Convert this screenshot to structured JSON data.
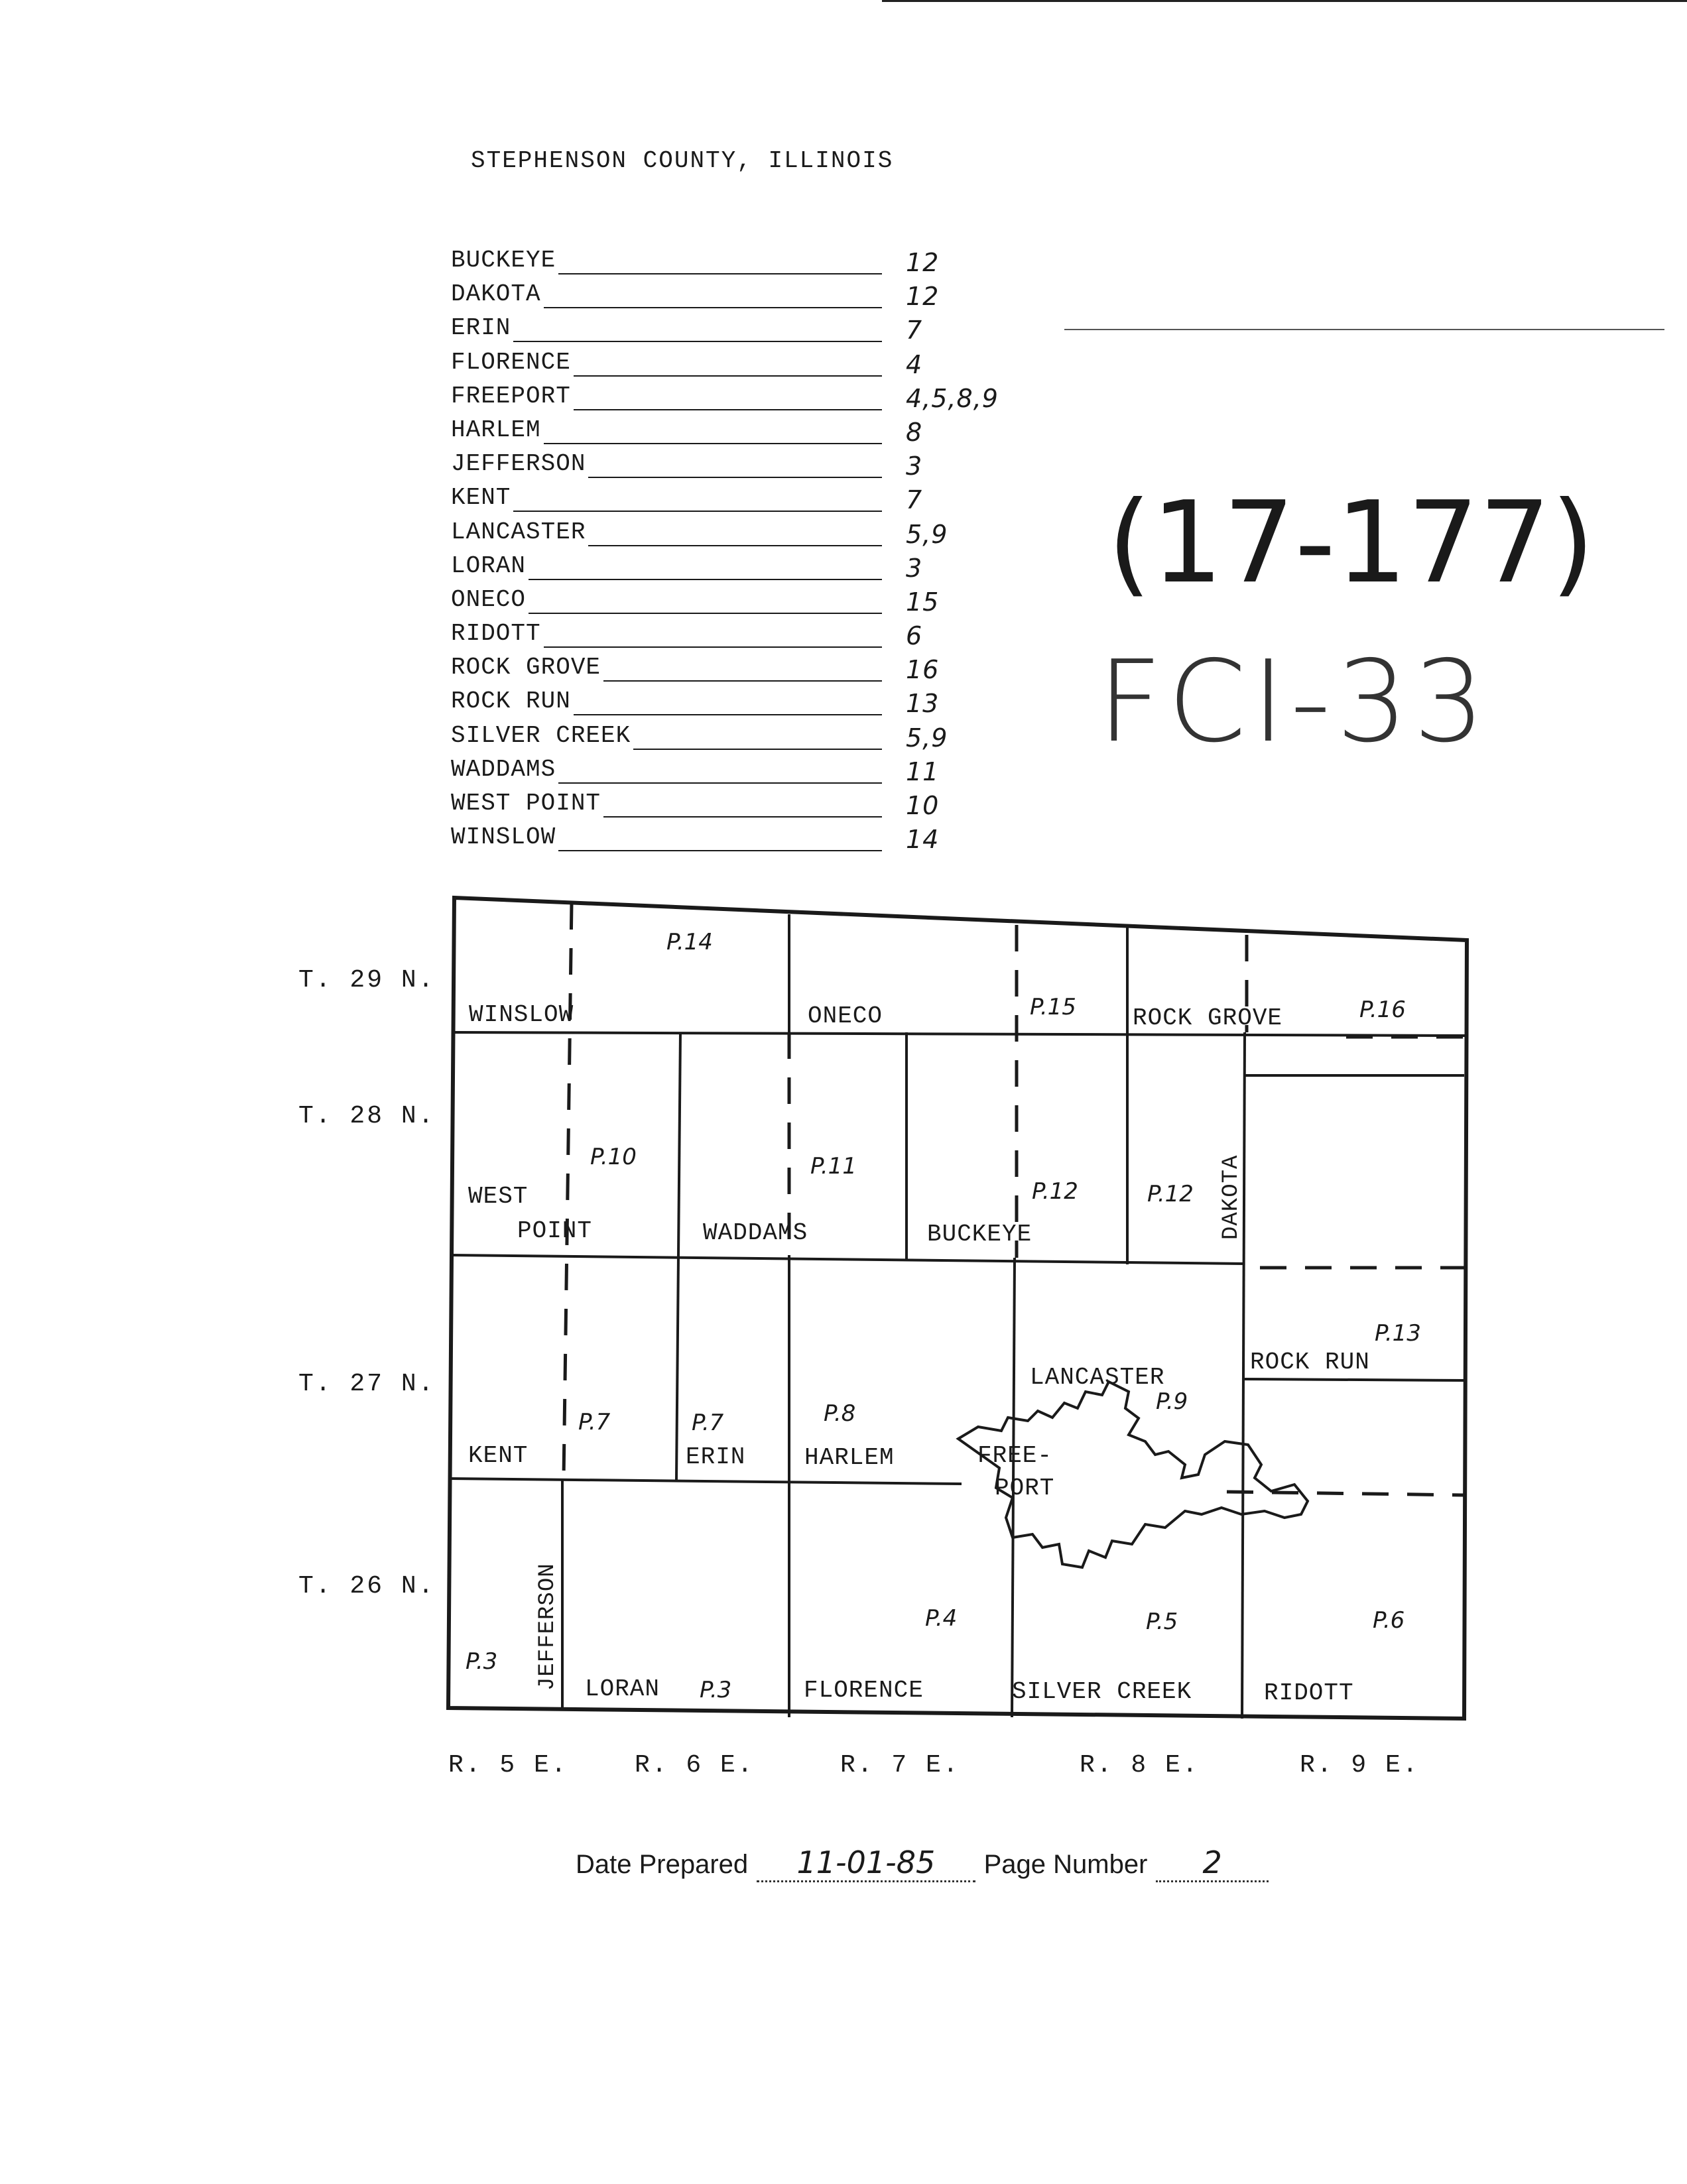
{
  "document": {
    "title": "STEPHENSON COUNTY, ILLINOIS",
    "handwritten_codes": [
      "(17-177)",
      "FCI-33"
    ]
  },
  "index": [
    {
      "name": "BUCKEYE",
      "page": "12"
    },
    {
      "name": "DAKOTA",
      "page": "12"
    },
    {
      "name": "ERIN",
      "page": "7"
    },
    {
      "name": "FLORENCE",
      "page": "4"
    },
    {
      "name": "FREEPORT",
      "page": "4,5,8,9"
    },
    {
      "name": "HARLEM",
      "page": "8"
    },
    {
      "name": "JEFFERSON",
      "page": "3"
    },
    {
      "name": "KENT",
      "page": "7"
    },
    {
      "name": "LANCASTER",
      "page": "5,9"
    },
    {
      "name": "LORAN",
      "page": "3"
    },
    {
      "name": "ONECO",
      "page": "15"
    },
    {
      "name": "RIDOTT",
      "page": "6"
    },
    {
      "name": "ROCK GROVE",
      "page": "16"
    },
    {
      "name": "ROCK RUN",
      "page": "13"
    },
    {
      "name": "SILVER CREEK",
      "page": "5,9"
    },
    {
      "name": "WADDAMS",
      "page": "11"
    },
    {
      "name": "WEST POINT",
      "page": "10"
    },
    {
      "name": "WINSLOW",
      "page": "14"
    }
  ],
  "map": {
    "townships": [
      "T. 29 N.",
      "T. 28 N.",
      "T. 27 N.",
      "T. 26 N."
    ],
    "ranges": [
      "R. 5 E.",
      "R. 6 E.",
      "R. 7 E.",
      "R. 8 E.",
      "R. 9 E."
    ],
    "towns": {
      "winslow": "WINSLOW",
      "oneco": "ONECO",
      "rock_grove": "ROCK GROVE",
      "west": "WEST",
      "point": "POINT",
      "waddams": "WADDAMS",
      "buckeye": "BUCKEYE",
      "dakota": "DAKOTA",
      "rock_run": "ROCK RUN",
      "lancaster": "LANCASTER",
      "kent": "KENT",
      "erin": "ERIN",
      "harlem": "HARLEM",
      "free": "FREE-",
      "port": "PORT",
      "jefferson": "JEFFERSON",
      "loran": "LORAN",
      "florence": "FLORENCE",
      "silver_creek": "SILVER CREEK",
      "ridott": "RIDOTT"
    },
    "page_refs": {
      "p14": "P.14",
      "p15": "P.15",
      "p16": "P.16",
      "p10": "P.10",
      "p11": "P.11",
      "p12a": "P.12",
      "p12b": "P.12",
      "p13": "P.13",
      "p9": "P.9",
      "p7a": "P.7",
      "p7b": "P.7",
      "p8": "P.8",
      "p3a": "P.3",
      "p3b": "P.3",
      "p4": "P.4",
      "p5": "P.5",
      "p6": "P.6"
    }
  },
  "footer": {
    "date_label": "Date Prepared",
    "date_value": "11-01-85",
    "page_label": "Page Number",
    "page_value": "2"
  }
}
